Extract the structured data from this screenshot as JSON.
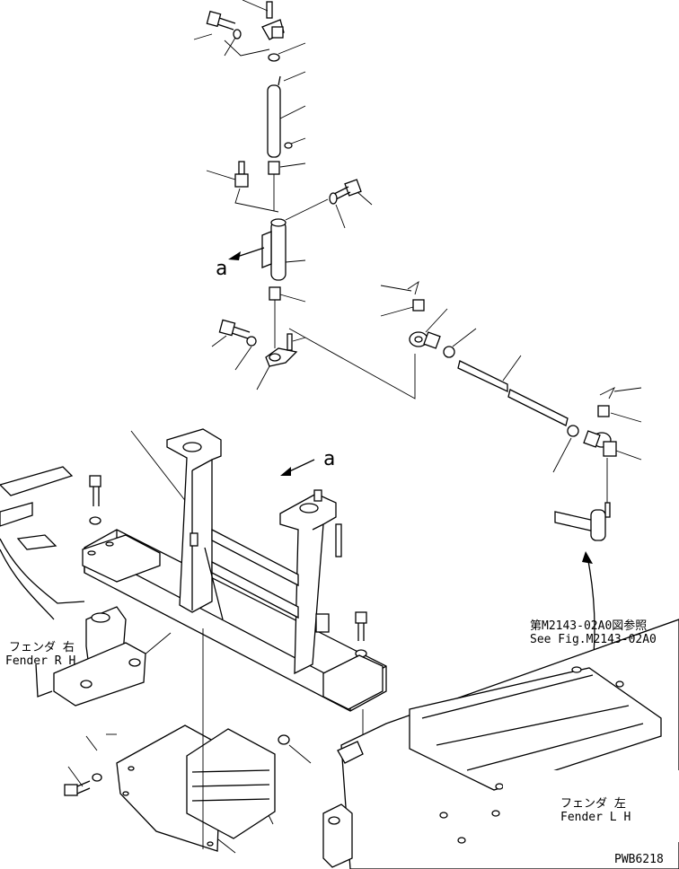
{
  "drawing_code": "PWB6218",
  "view_marker": "a",
  "reference": {
    "jp": "第M2143-02A0図参照",
    "en": "See Fig.M2143-02A0"
  },
  "fender_right": {
    "jp": "フェンダ 右",
    "en": "Fender R H"
  },
  "fender_left": {
    "jp": "フェンダ 左",
    "en": "Fender L H"
  }
}
